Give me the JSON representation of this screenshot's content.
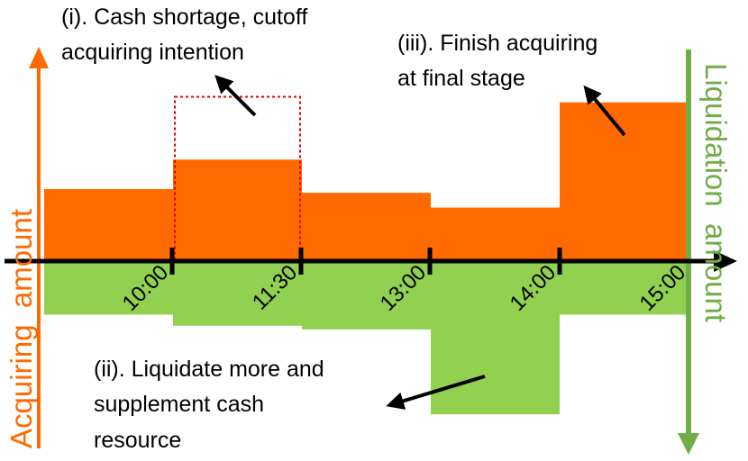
{
  "colors": {
    "acquiring": "#ff6a00",
    "liquidation": "#92d050",
    "liquidation_axis": "#70ad47",
    "dotted_box": "#e00000",
    "axis": "#000000"
  },
  "side_labels": {
    "left": "Acquiring  amount",
    "right": "Liquidation  amount"
  },
  "time_ticks": [
    "10:00",
    "11:30",
    "13:00",
    "14:00",
    "15:00"
  ],
  "annotations": {
    "i_line1": "(i). Cash shortage, cutoff",
    "i_line2": "acquiring intention",
    "ii_line1": "(ii). Liquidate more and",
    "ii_line2": "supplement cash",
    "ii_line3": "resource",
    "iii_line1": "(iii). Finish acquiring",
    "iii_line2": "at final stage"
  },
  "chart_data": {
    "type": "bar",
    "categories": [
      "10:00",
      "11:30",
      "13:00",
      "14:00",
      "15:00"
    ],
    "series": [
      {
        "key": "acquiring",
        "values": [
          0.39,
          0.55,
          0.37,
          0.29,
          0.86
        ],
        "intended": [
          null,
          0.89,
          null,
          null,
          null
        ]
      },
      {
        "key": "liquidation",
        "values": [
          0.29,
          0.35,
          0.37,
          0.83,
          0.29
        ]
      }
    ]
  }
}
